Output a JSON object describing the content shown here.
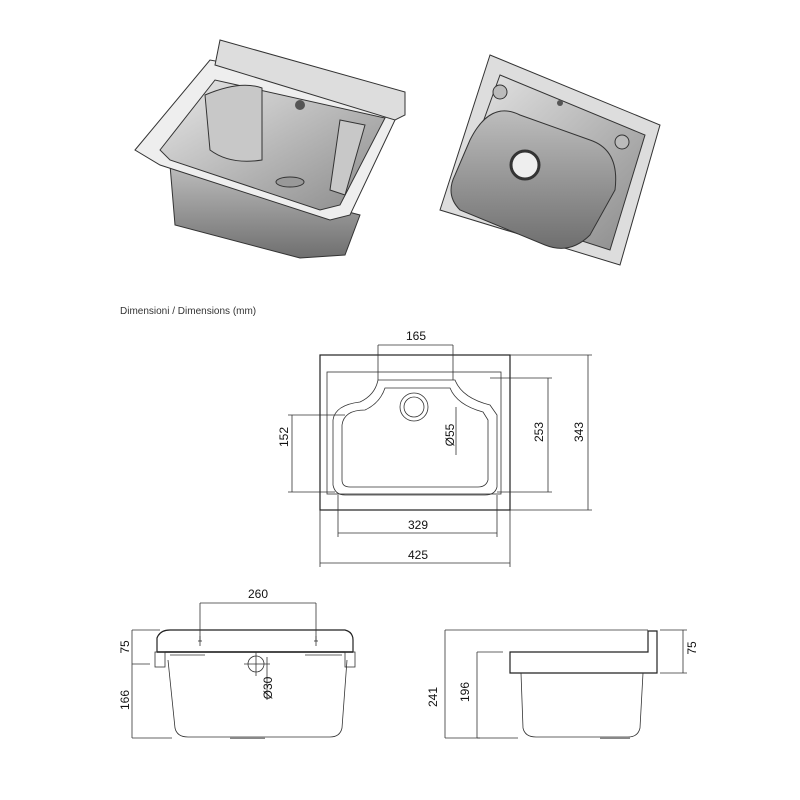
{
  "caption": "Dimensioni / Dimensions  (mm)",
  "top_view": {
    "drain_spacing": "165",
    "overall_depth": "343",
    "basin_depth": "253",
    "side_depth": "152",
    "drain_diameter": "Ø55",
    "basin_width": "329",
    "overall_width": "425"
  },
  "front_view": {
    "hole_spacing": "260",
    "backsplash_height": "75",
    "bowl_height": "166",
    "overflow_diameter": "Ø30"
  },
  "side_view": {
    "total_height": "241",
    "bowl_height": "196",
    "backsplash_height": "75"
  }
}
